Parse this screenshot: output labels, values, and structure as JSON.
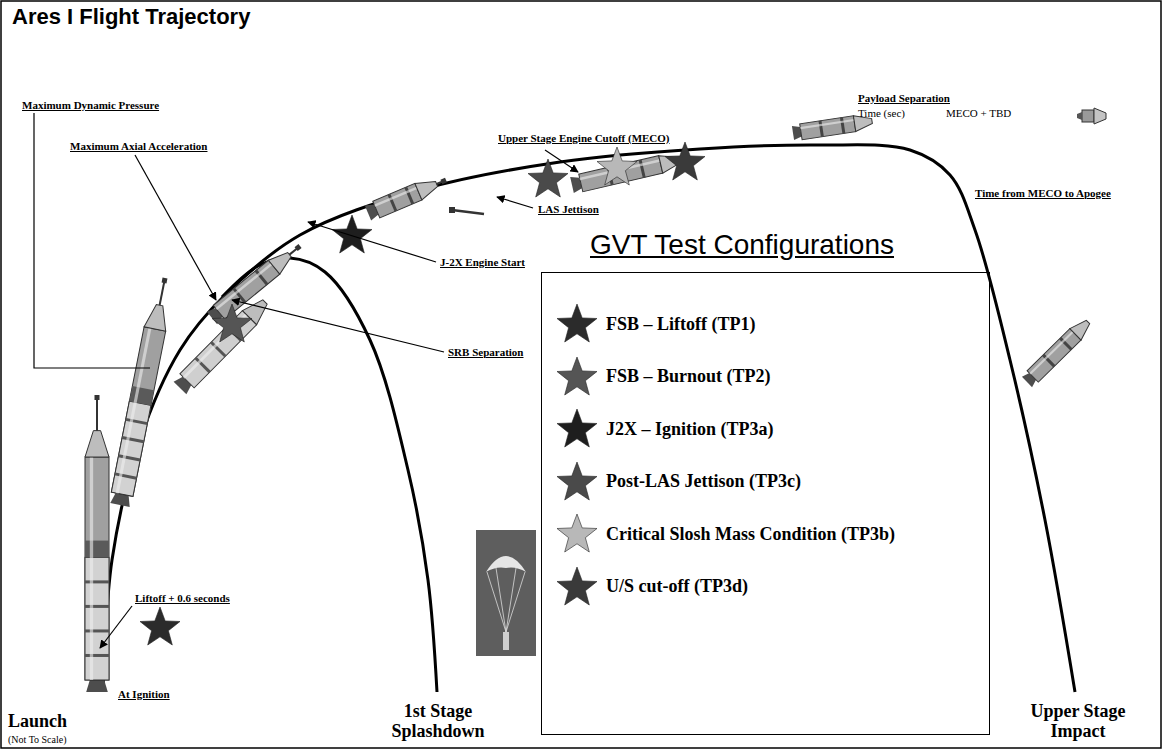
{
  "diagram": {
    "title": "Ares I Flight Trajectory",
    "labels": [
      "Maximum Dynamic Pressure",
      "Maximum Axial Acceleration",
      "Upper Stage Engine Cutoff (MECO)",
      "Payload Separation",
      "Time (sec)",
      "MECO + TBD",
      "Time from MECO to Apogee",
      "LAS Jettison",
      "J-2X Engine Start",
      "SRB Separation",
      "GVT Test Configurations",
      "Liftoff + 0.6 seconds",
      "At Ignition",
      "Launch",
      "(Not To Scale)",
      "1st Stage Splashdown",
      "Upper Stage Impact"
    ],
    "legend": [
      {
        "text": "FSB – Liftoff (TP1)"
      },
      {
        "text": "FSB – Burnout (TP2)"
      },
      {
        "text": "J2X – Ignition (TP3a)"
      },
      {
        "text": "Post-LAS Jettison (TP3c)"
      },
      {
        "text": "Critical Slosh Mass Condition (TP3b)"
      },
      {
        "text": "U/S cut-off (TP3d)"
      }
    ]
  }
}
